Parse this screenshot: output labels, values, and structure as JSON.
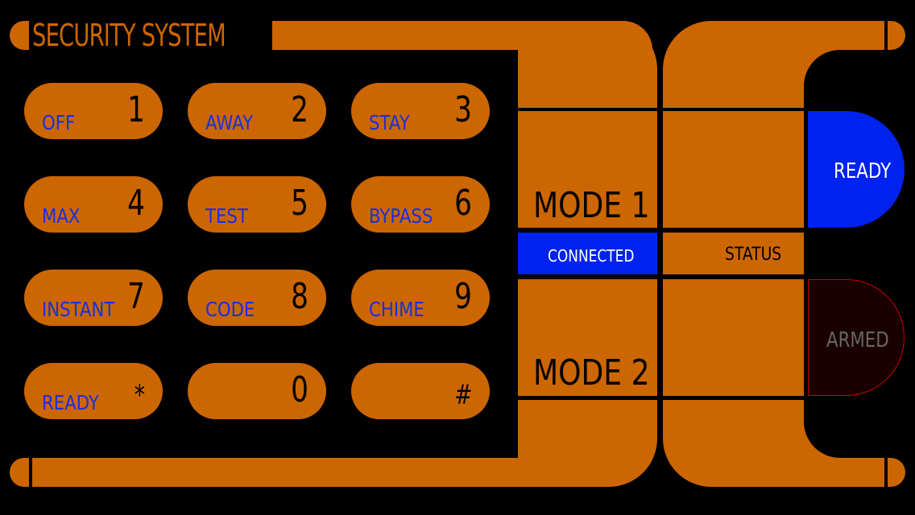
{
  "header": {
    "title": "SECURITY SYSTEM"
  },
  "keypad": {
    "keys": [
      {
        "label": "OFF",
        "digit": "1"
      },
      {
        "label": "AWAY",
        "digit": "2"
      },
      {
        "label": "STAY",
        "digit": "3"
      },
      {
        "label": "MAX",
        "digit": "4"
      },
      {
        "label": "TEST",
        "digit": "5"
      },
      {
        "label": "BYPASS",
        "digit": "6"
      },
      {
        "label": "INSTANT",
        "digit": "7"
      },
      {
        "label": "CODE",
        "digit": "8"
      },
      {
        "label": "CHIME",
        "digit": "9"
      },
      {
        "label": "READY",
        "digit": "*"
      },
      {
        "label": "",
        "digit": "0"
      },
      {
        "label": "",
        "digit": "#"
      }
    ]
  },
  "panel": {
    "mode1": "MODE 1",
    "mode2": "MODE 2",
    "connected": "CONNECTED",
    "status": "STATUS"
  },
  "indicators": {
    "ready": "READY",
    "armed": "ARMED"
  },
  "colors": {
    "accent": "#cc6600",
    "label_blue": "#1a2fe0",
    "ready_bg": "#0022ee",
    "connected_bg": "#0022ee",
    "armed_bg": "#1a0000",
    "armed_border": "#cc0000"
  }
}
